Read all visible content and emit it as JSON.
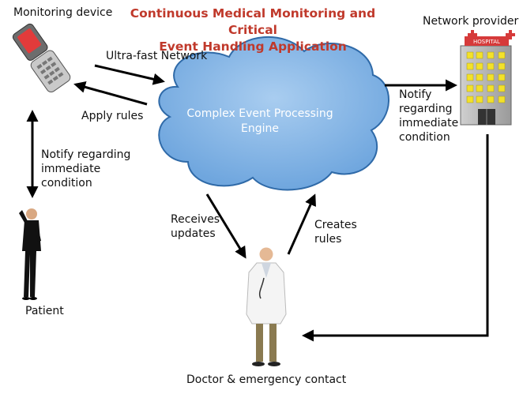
{
  "title": "Continuous Medical Monitoring and Critical\nEvent Handling Application",
  "nodes": {
    "monitoring_device": "Monitoring device",
    "network_provider": "Network provider",
    "engine": "Complex Event Processing\nEngine",
    "patient": "Patient",
    "doctor": "Doctor & emergency contact",
    "hospital_sign": "HOSPITAL"
  },
  "edges": {
    "ultra_fast_network": "Ultra-fast Network",
    "apply_rules": "Apply rules",
    "notify_provider": "Notify\nregarding\nimmediate\ncondition",
    "notify_patient": "Notify regarding\nimmediate\ncondition",
    "receives_updates": "Receives\nupdates",
    "creates_rules": "Creates\nrules"
  },
  "colors": {
    "title": "#c0392b",
    "cloud_fill": "#7fb3e6",
    "cloud_stroke": "#2f6aa8",
    "arrow": "#000000",
    "hospital_window": "#f3e12a"
  },
  "icons": [
    "mobile-phone-icon",
    "hospital-building-icon",
    "patient-figure-icon",
    "doctor-figure-icon",
    "cloud-icon"
  ]
}
